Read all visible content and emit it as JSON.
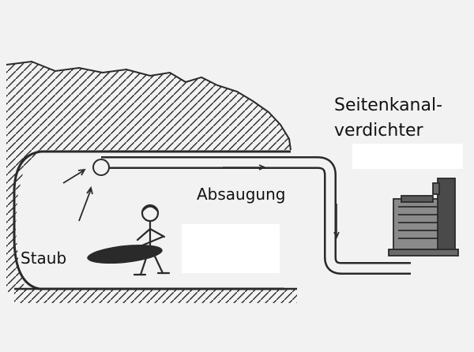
{
  "labels": {
    "dust": "Staub",
    "suction": "Absaugung",
    "device_line1": "Seitenkanal-",
    "device_line2": "verdichter"
  },
  "colors": {
    "ink": "#2a2a2a",
    "background": "#f2f2f2",
    "blank_box": "#ffffff"
  }
}
